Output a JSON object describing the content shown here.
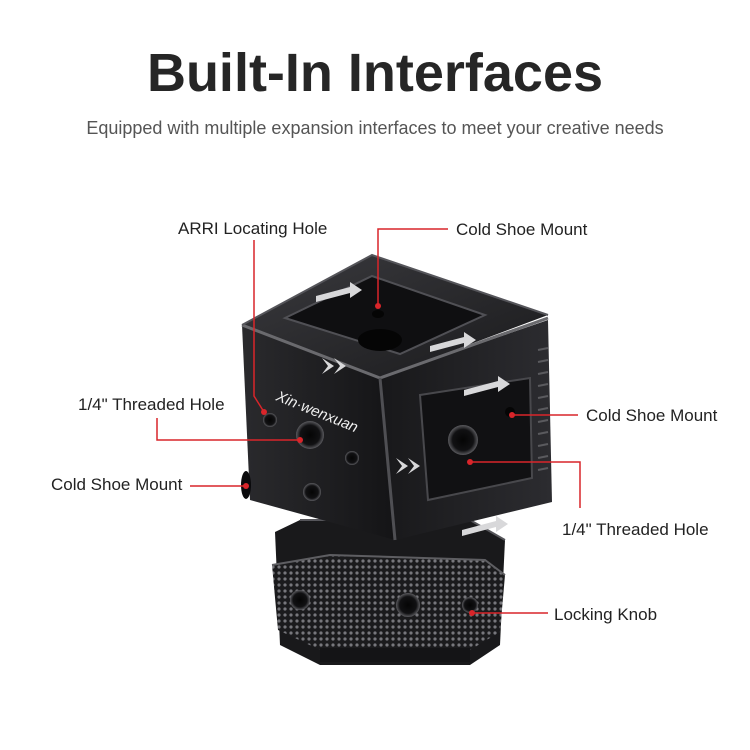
{
  "header": {
    "title": "Built-In Interfaces",
    "subtitle": "Equipped with multiple expansion interfaces to meet your creative needs"
  },
  "callouts": {
    "arri_locating_hole": "ARRI Locating Hole",
    "cold_shoe_top": "Cold Shoe Mount",
    "threaded_hole_left": "1/4\" Threaded Hole",
    "cold_shoe_right": "Cold Shoe Mount",
    "cold_shoe_left": "Cold Shoe Mount",
    "threaded_hole_right": "1/4\" Threaded Hole",
    "locking_knob": "Locking Knob"
  },
  "product": {
    "logo_text": "Xin·wenxuan"
  },
  "colors": {
    "leader_line": "#d9252a",
    "body_metal": "#1c1c1e",
    "edge_highlight": "#6a6a6e"
  }
}
